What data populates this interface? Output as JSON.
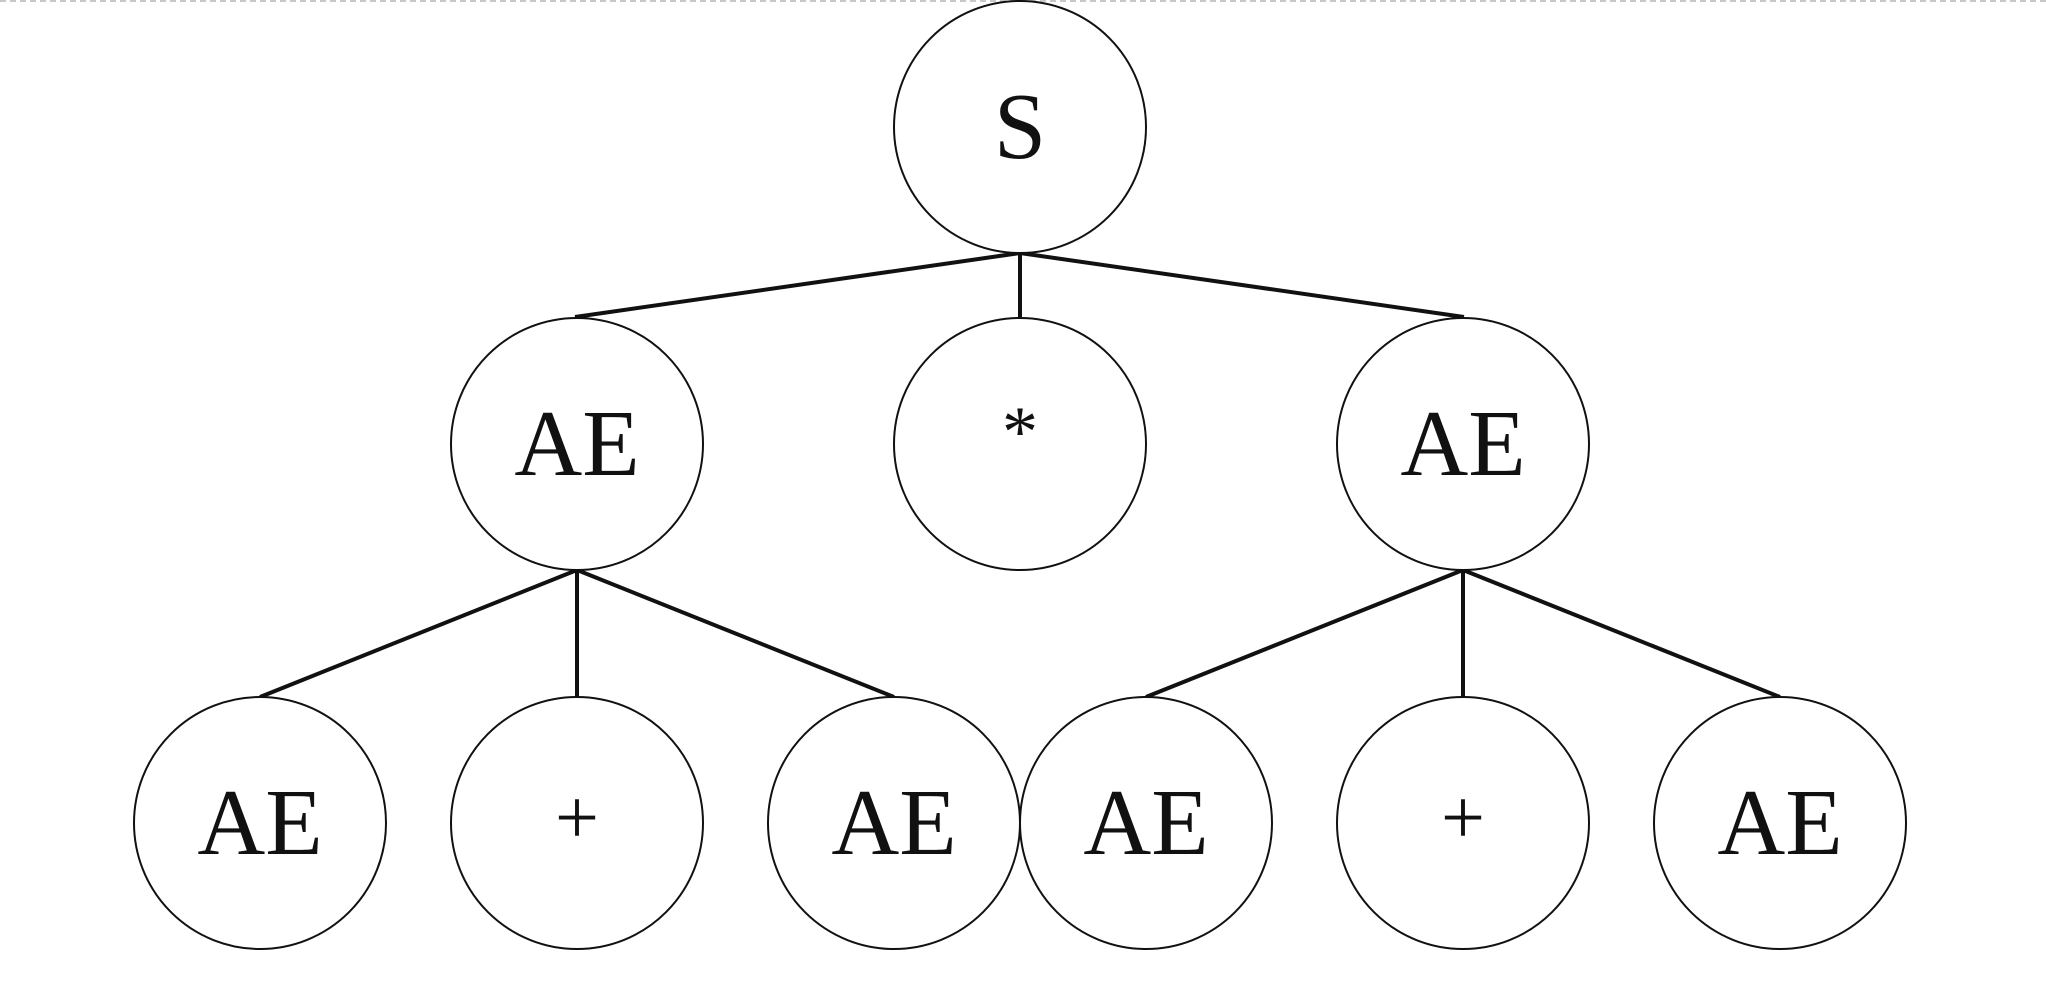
{
  "tree": {
    "nodes": [
      {
        "id": "s",
        "label": "S",
        "parent": null
      },
      {
        "id": "ae1",
        "label": "AE",
        "parent": "s"
      },
      {
        "id": "star",
        "label": "*",
        "parent": "s"
      },
      {
        "id": "ae2",
        "label": "AE",
        "parent": "s"
      },
      {
        "id": "ae3",
        "label": "AE",
        "parent": "ae1"
      },
      {
        "id": "plus1",
        "label": "+",
        "parent": "ae1"
      },
      {
        "id": "ae4",
        "label": "AE",
        "parent": "ae1"
      },
      {
        "id": "ae5",
        "label": "AE",
        "parent": "ae2"
      },
      {
        "id": "plus2",
        "label": "+",
        "parent": "ae2"
      },
      {
        "id": "ae6",
        "label": "AE",
        "parent": "ae2"
      }
    ]
  }
}
